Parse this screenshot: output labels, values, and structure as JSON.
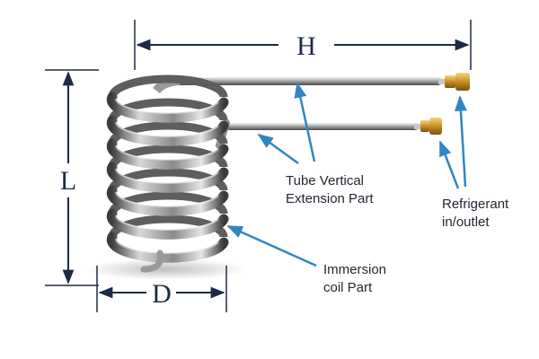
{
  "dimensions": {
    "height_label": "H",
    "length_label": "L",
    "diameter_label": "D"
  },
  "callouts": {
    "vertical_extension": [
      "Tube Vertical",
      "Extension Part"
    ],
    "refrigerant": [
      "Refrigerant",
      "in/outlet"
    ],
    "immersion": [
      "Immersion",
      "coil Part"
    ]
  },
  "colors": {
    "dimension_line": "#1b2a45",
    "callout_arrow": "#2f86c2",
    "fitting": "#d9a441"
  }
}
